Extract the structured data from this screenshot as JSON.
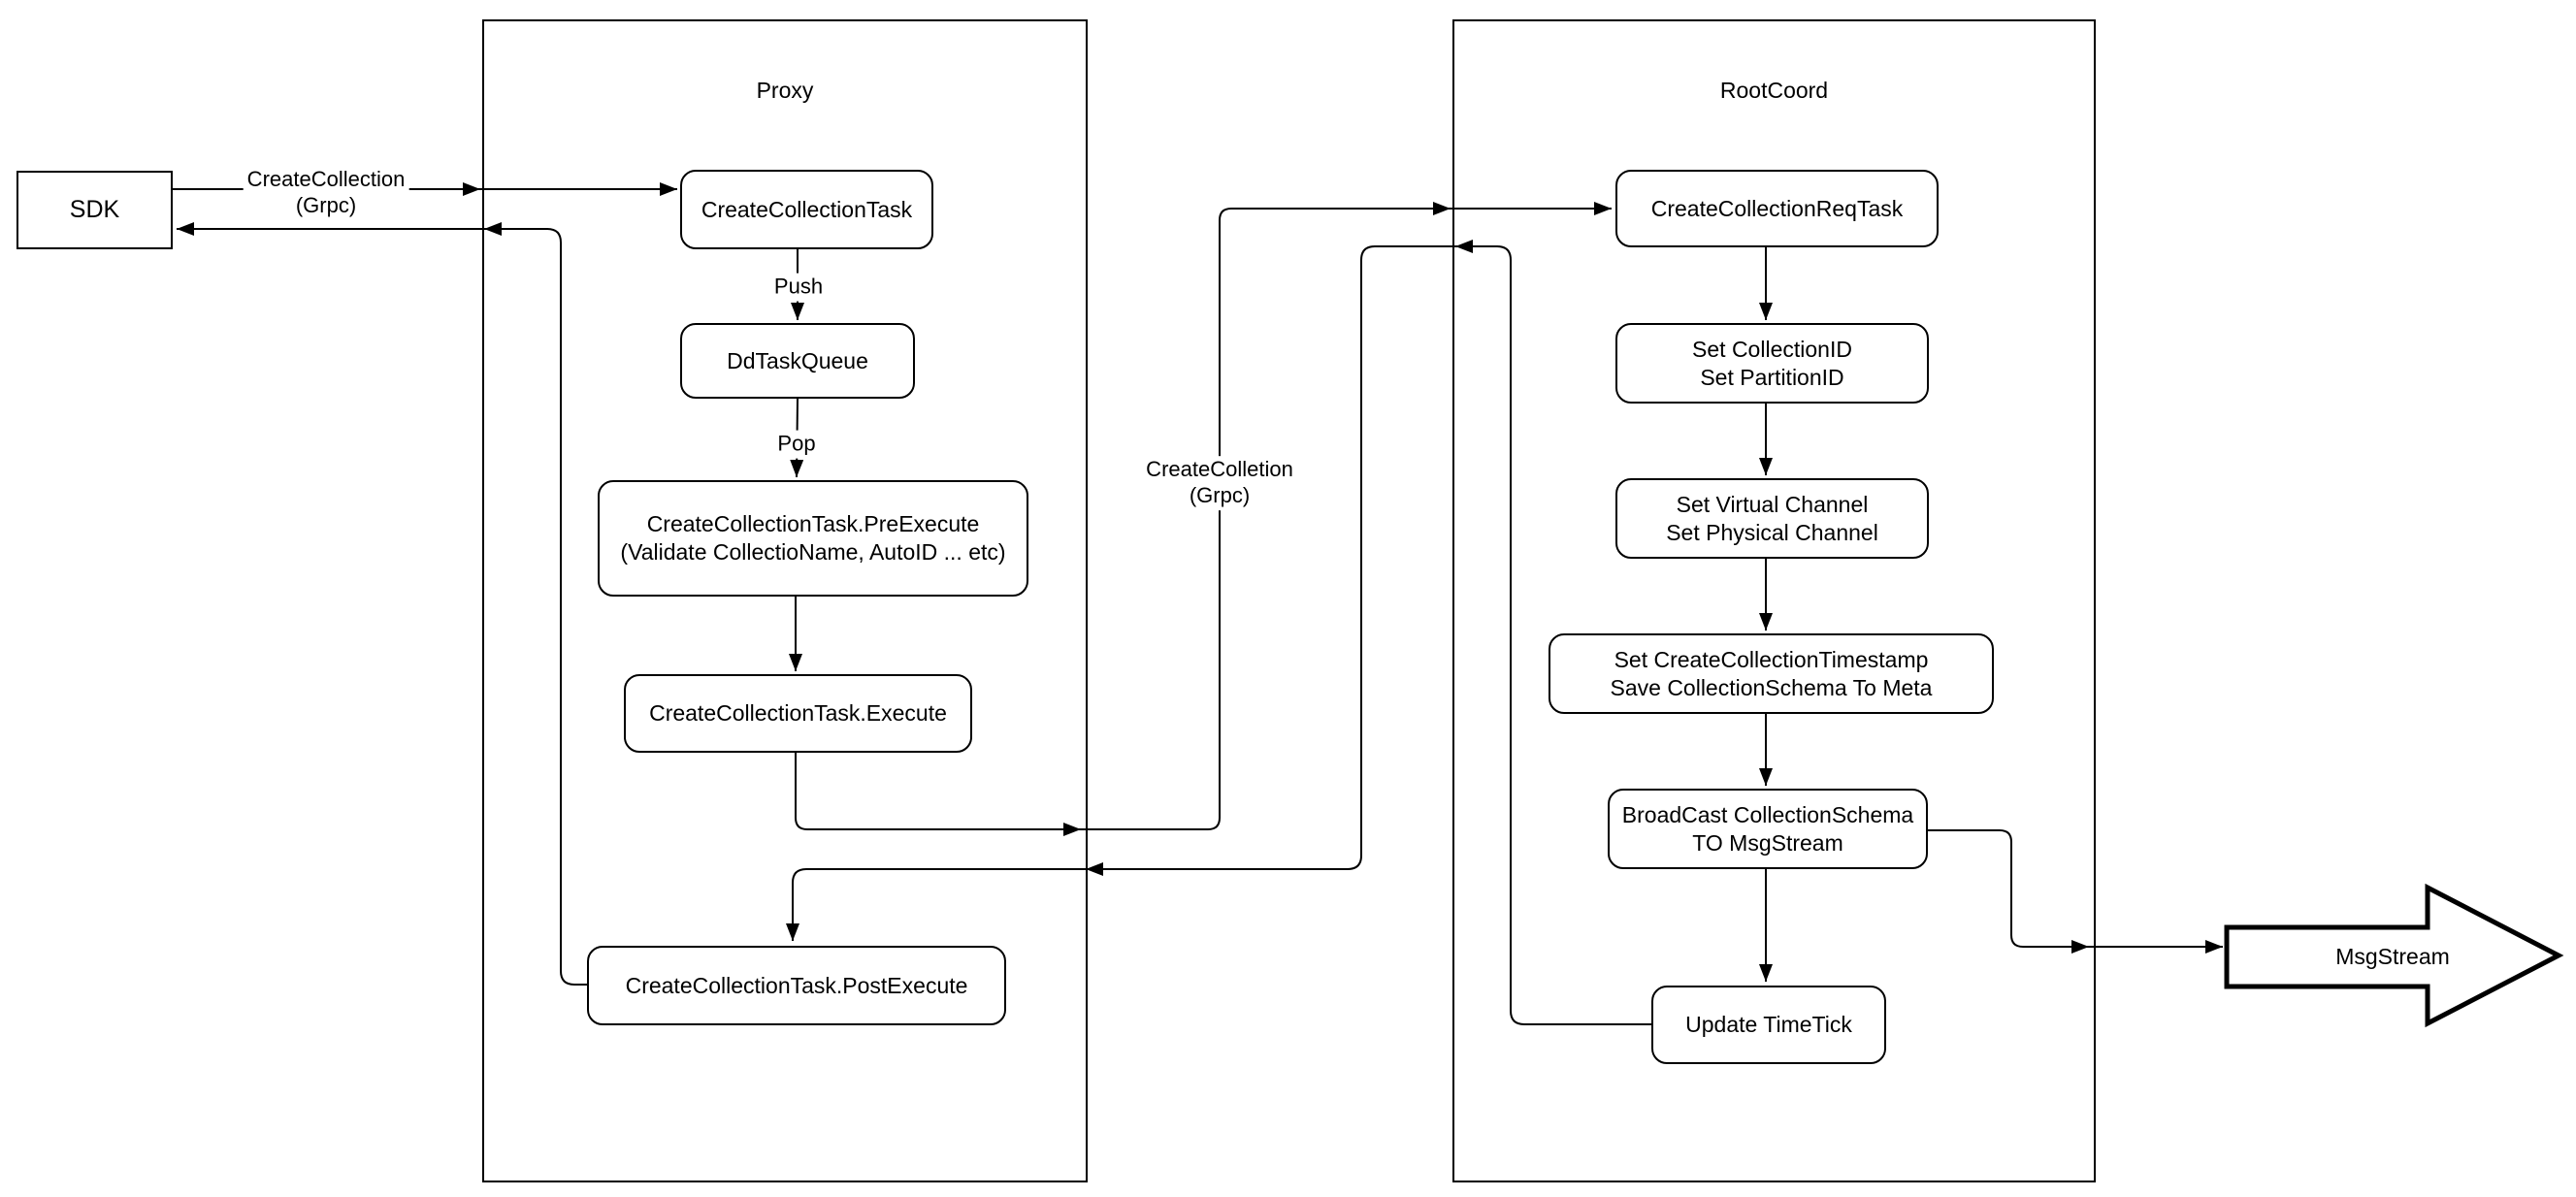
{
  "diagram": {
    "containers": {
      "proxy": {
        "label": "Proxy"
      },
      "rootcoord": {
        "label": "RootCoord"
      }
    },
    "nodes": {
      "sdk": {
        "label": "SDK"
      },
      "createCollectionTask": {
        "label": "CreateCollectionTask"
      },
      "ddTaskQueue": {
        "label": "DdTaskQueue"
      },
      "preExecute": {
        "label": "CreateCollectionTask.PreExecute\n(Validate CollectioName, AutoID ... etc)"
      },
      "execute": {
        "label": "CreateCollectionTask.Execute"
      },
      "postExecute": {
        "label": "CreateCollectionTask.PostExecute"
      },
      "reqTask": {
        "label": "CreateCollectionReqTask"
      },
      "setIds": {
        "label": "Set CollectionID\nSet PartitionID"
      },
      "setChannels": {
        "label": "Set Virtual Channel\nSet Physical Channel"
      },
      "setTimestamp": {
        "label": "Set CreateCollectionTimestamp\nSave CollectionSchema To Meta"
      },
      "broadcast": {
        "label": "BroadCast CollectionSchema\nTO MsgStream"
      },
      "updateTimeTick": {
        "label": "Update TimeTick"
      },
      "msgStream": {
        "label": "MsgStream"
      }
    },
    "edge_labels": {
      "grpcLeft": {
        "label": "CreateCollection\n(Grpc)"
      },
      "push": {
        "label": "Push"
      },
      "pop": {
        "label": "Pop"
      },
      "grpcMid": {
        "label": "CreateColletion\n(Grpc)"
      }
    },
    "colors": {
      "stroke": "#000000",
      "background": "#ffffff"
    }
  }
}
